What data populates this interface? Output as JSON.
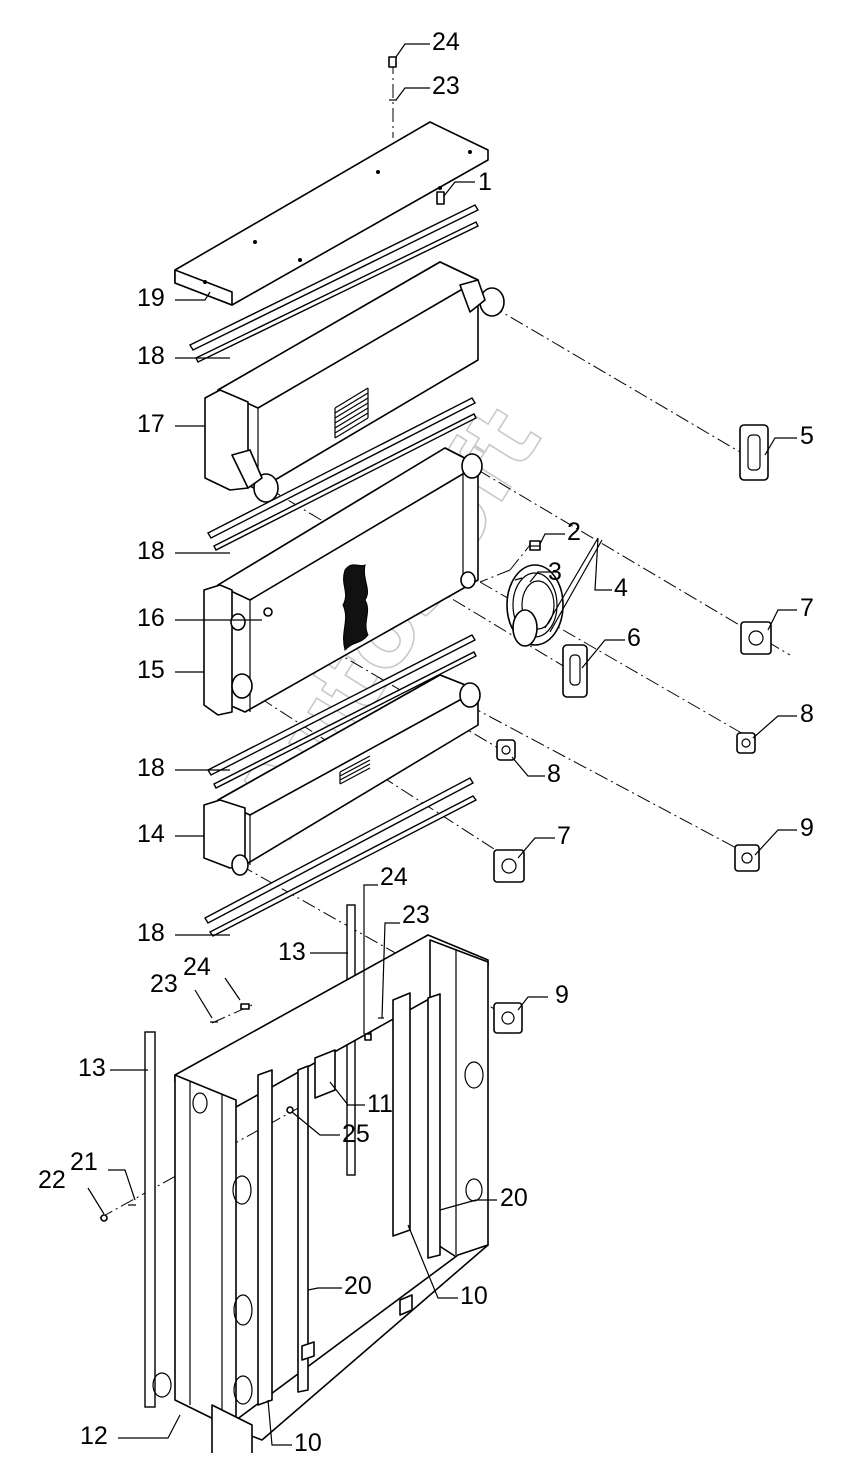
{
  "watermark": "AutoSoft",
  "callouts": [
    {
      "id": "c24a",
      "text": "24"
    },
    {
      "id": "c23a",
      "text": "23"
    },
    {
      "id": "c1",
      "text": "1"
    },
    {
      "id": "c19",
      "text": "19"
    },
    {
      "id": "c18a",
      "text": "18"
    },
    {
      "id": "c17",
      "text": "17"
    },
    {
      "id": "c5",
      "text": "5"
    },
    {
      "id": "c2",
      "text": "2"
    },
    {
      "id": "c3",
      "text": "3"
    },
    {
      "id": "c4",
      "text": "4"
    },
    {
      "id": "c18b",
      "text": "18"
    },
    {
      "id": "c7a",
      "text": "7"
    },
    {
      "id": "c16",
      "text": "16"
    },
    {
      "id": "c6",
      "text": "6"
    },
    {
      "id": "c15",
      "text": "15"
    },
    {
      "id": "c8a",
      "text": "8"
    },
    {
      "id": "c18c",
      "text": "18"
    },
    {
      "id": "c8b",
      "text": "8"
    },
    {
      "id": "c9a",
      "text": "9"
    },
    {
      "id": "c14",
      "text": "14"
    },
    {
      "id": "c7b",
      "text": "7"
    },
    {
      "id": "c24b",
      "text": "24"
    },
    {
      "id": "c18d",
      "text": "18"
    },
    {
      "id": "c23b",
      "text": "23"
    },
    {
      "id": "c13a",
      "text": "13"
    },
    {
      "id": "c24c",
      "text": "24"
    },
    {
      "id": "c23c",
      "text": "23"
    },
    {
      "id": "c9b",
      "text": "9"
    },
    {
      "id": "c13b",
      "text": "13"
    },
    {
      "id": "c11",
      "text": "11"
    },
    {
      "id": "c25",
      "text": "25"
    },
    {
      "id": "c21",
      "text": "21"
    },
    {
      "id": "c22",
      "text": "22"
    },
    {
      "id": "c20a",
      "text": "20"
    },
    {
      "id": "c20b",
      "text": "20"
    },
    {
      "id": "c10a",
      "text": "10"
    },
    {
      "id": "c12",
      "text": "12"
    },
    {
      "id": "c10b",
      "text": "10"
    }
  ]
}
